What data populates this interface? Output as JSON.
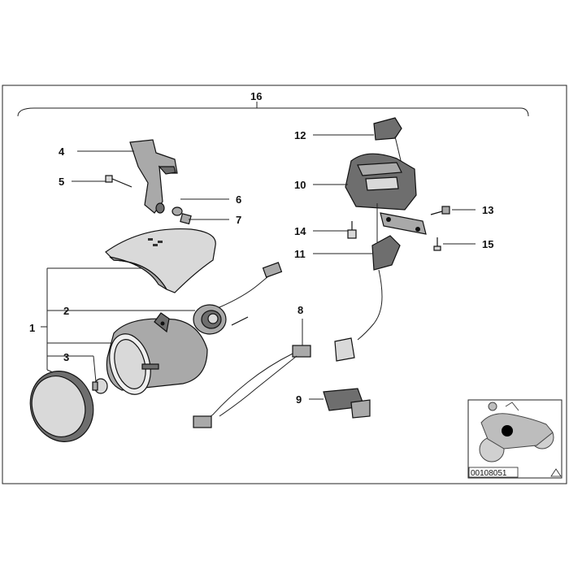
{
  "callouts": {
    "c1": "1",
    "c2": "2",
    "c3": "3",
    "c4": "4",
    "c5": "5",
    "c6": "6",
    "c7": "7",
    "c8": "8",
    "c9": "9",
    "c10": "10",
    "c11": "11",
    "c12": "12",
    "c13": "13",
    "c14": "14",
    "c15": "15",
    "c16": "16"
  },
  "inset": {
    "code": "00108051"
  }
}
